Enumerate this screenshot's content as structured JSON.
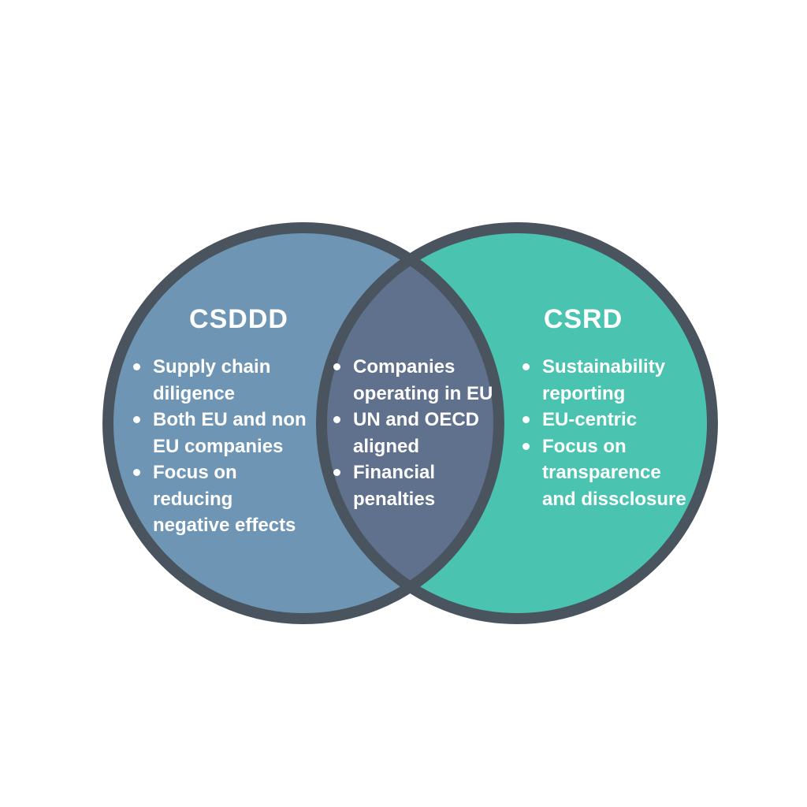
{
  "venn": {
    "left": {
      "title": "CSDDD",
      "items": [
        {
          "text": "Supply chain diligence",
          "lines": [
            "Supply chain",
            "diligence"
          ]
        },
        {
          "text": "Both EU and non EU companies",
          "lines": [
            "Both EU and non",
            "EU companies"
          ]
        },
        {
          "text": "Focus on reducing negative effects",
          "lines": [
            "Focus on",
            "reducing",
            "negative effects"
          ]
        }
      ]
    },
    "overlap": {
      "items": [
        {
          "text": "Companies operating in EU",
          "lines": [
            "Companies",
            "operating in EU"
          ]
        },
        {
          "text": "UN and OECD aligned",
          "lines": [
            "UN and OECD",
            "aligned"
          ]
        },
        {
          "text": "Financial penalties",
          "lines": [
            "Financial",
            "penalties"
          ]
        }
      ]
    },
    "right": {
      "title": "CSRD",
      "items": [
        {
          "text": "Sustainability reporting",
          "lines": [
            "Sustainability",
            "reporting"
          ]
        },
        {
          "text": "EU-centric",
          "lines": [
            "EU-centric"
          ]
        },
        {
          "text": "Focus on transparence and dissclosure",
          "lines": [
            "Focus on",
            "transparence",
            "and dissclosure"
          ]
        }
      ]
    },
    "colors": {
      "left_fill": "#6E96B4",
      "right_fill": "#4AC4B0",
      "overlap_fill": "#5F718D",
      "outline": "#4A545F",
      "text": "#FFFFFF",
      "background": "#FFFFFF"
    }
  }
}
